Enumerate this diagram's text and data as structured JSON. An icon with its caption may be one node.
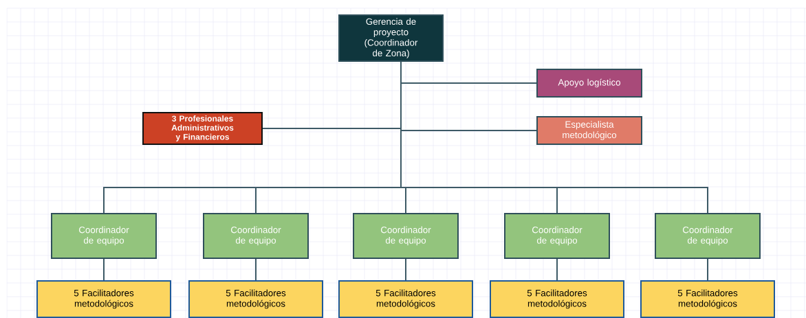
{
  "diagram": {
    "nodes": [
      {
        "text": [
          "Gerencia de proyecto (Coordinador de Zona)"
        ]
      },
      {
        "text": [
          "Apoyo logístico"
        ]
      },
      {
        "text": [
          "3 Profesionales Administrativos y Financieros"
        ]
      },
      {
        "text": [
          "Especialista metodológico"
        ]
      },
      {
        "text": [
          "Coordinador de equipo"
        ]
      },
      {
        "text": [
          "Coordinador de equipo"
        ]
      },
      {
        "text": [
          "Coordinador de equipo"
        ]
      },
      {
        "text": [
          "Coordinador de equipo"
        ]
      },
      {
        "text": [
          "Coordinador de equipo"
        ]
      },
      {
        "text": [
          "5 Facilitadores metodológicos"
        ]
      },
      {
        "text": [
          "5 Facilitadores metodológicos"
        ]
      },
      {
        "text": [
          "5 Facilitadores metodológicos"
        ]
      },
      {
        "text": [
          "5 Facilitadores metodológicos"
        ]
      },
      {
        "text": [
          "5 Facilitadores metodológicos"
        ]
      }
    ],
    "edges": [
      {
        "from": 0,
        "to": 1,
        "arrow": "none"
      },
      {
        "from": 0,
        "to": 2,
        "arrow": "none"
      },
      {
        "from": 0,
        "to": 3,
        "arrow": "none"
      },
      {
        "from": 0,
        "to": 4,
        "arrow": "none"
      },
      {
        "from": 0,
        "to": 5,
        "arrow": "none"
      },
      {
        "from": 0,
        "to": 6,
        "arrow": "none"
      },
      {
        "from": 0,
        "to": 7,
        "arrow": "none"
      },
      {
        "from": 0,
        "to": 8,
        "arrow": "none"
      },
      {
        "from": 4,
        "to": 9,
        "arrow": "none"
      },
      {
        "from": 5,
        "to": 10,
        "arrow": "none"
      },
      {
        "from": 6,
        "to": 11,
        "arrow": "none"
      },
      {
        "from": 7,
        "to": 12,
        "arrow": "none"
      },
      {
        "from": 8,
        "to": 13,
        "arrow": "none"
      }
    ]
  }
}
